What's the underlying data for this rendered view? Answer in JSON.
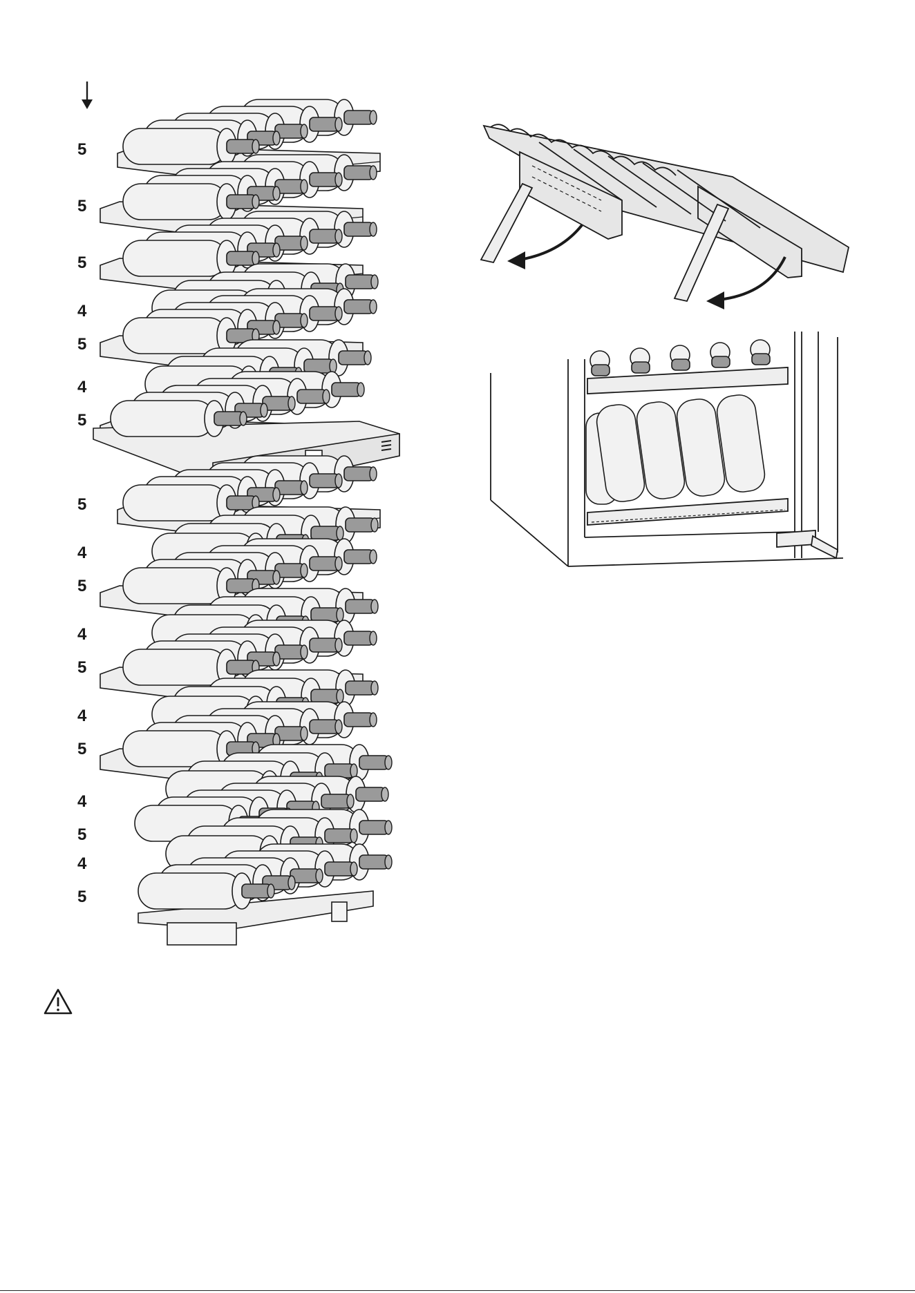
{
  "shelf_labels": [
    "5",
    "5",
    "5",
    "4",
    "5",
    "4",
    "5",
    "5",
    "4",
    "5",
    "4",
    "5",
    "4",
    "5",
    "4",
    "5",
    "4",
    "5"
  ],
  "icons": {
    "insert_direction": "arrow-down-icon",
    "warning": "warning-triangle-icon"
  },
  "colors": {
    "line": "#1a1a1a",
    "bottle_fill": "#f2f2f2",
    "neck_fill": "#9a9a9a",
    "shelf_fill": "#eeeeee",
    "rack_fill": "#e6e6e6"
  }
}
